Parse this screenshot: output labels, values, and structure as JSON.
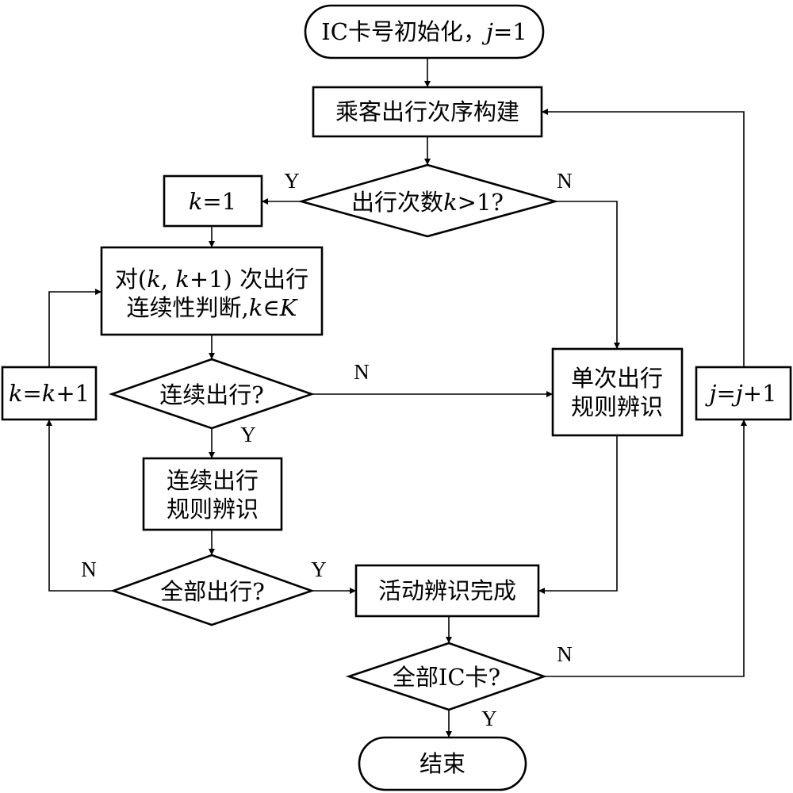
{
  "nodes": {
    "start": {
      "lines": [
        [
          {
            "t": "IC卡号初始化，"
          },
          {
            "t": "j",
            "i": true
          },
          {
            "t": "=1"
          }
        ]
      ]
    },
    "build": {
      "lines": [
        [
          {
            "t": "乘客出行次序构建"
          }
        ]
      ]
    },
    "trips": {
      "lines": [
        [
          {
            "t": "出行次数"
          },
          {
            "t": "k",
            "i": true
          },
          {
            "t": ">1?"
          }
        ]
      ]
    },
    "k_init": {
      "lines": [
        [
          {
            "t": "k",
            "i": true
          },
          {
            "t": "=1"
          }
        ]
      ]
    },
    "continuity": {
      "lines": [
        [
          {
            "t": "对("
          },
          {
            "t": "k",
            "i": true
          },
          {
            "t": ", "
          },
          {
            "t": "k",
            "i": true
          },
          {
            "t": "+1) 次出行"
          }
        ],
        [
          {
            "t": "连续性判断,"
          },
          {
            "t": "k",
            "i": true
          },
          {
            "t": "∈"
          },
          {
            "t": "K",
            "i": true
          }
        ]
      ]
    },
    "continuous": {
      "lines": [
        [
          {
            "t": "连续出行?"
          }
        ]
      ]
    },
    "k_inc": {
      "lines": [
        [
          {
            "t": "k",
            "i": true
          },
          {
            "t": "="
          },
          {
            "t": "k",
            "i": true
          },
          {
            "t": "+1"
          }
        ]
      ]
    },
    "cont_rule": {
      "lines": [
        [
          {
            "t": "连续出行"
          }
        ],
        [
          {
            "t": "规则辨识"
          }
        ]
      ]
    },
    "all_trips": {
      "lines": [
        [
          {
            "t": "全部出行?"
          }
        ]
      ]
    },
    "single_rule": {
      "lines": [
        [
          {
            "t": "单次出行"
          }
        ],
        [
          {
            "t": "规则辨识"
          }
        ]
      ]
    },
    "done": {
      "lines": [
        [
          {
            "t": "活动辨识完成"
          }
        ]
      ]
    },
    "all_cards": {
      "lines": [
        [
          {
            "t": "全部IC卡?"
          }
        ]
      ]
    },
    "j_inc": {
      "lines": [
        [
          {
            "t": "j",
            "i": true
          },
          {
            "t": "="
          },
          {
            "t": "j",
            "i": true
          },
          {
            "t": "+1"
          }
        ]
      ]
    },
    "end": {
      "lines": [
        [
          {
            "t": "结束"
          }
        ]
      ]
    }
  },
  "edge_labels": {
    "trips_yes": "Y",
    "trips_no": "N",
    "continuous_no": "N",
    "continuous_yes": "Y",
    "all_trips_no": "N",
    "all_trips_yes": "Y",
    "all_cards_no": "N",
    "all_cards_yes": "Y"
  }
}
